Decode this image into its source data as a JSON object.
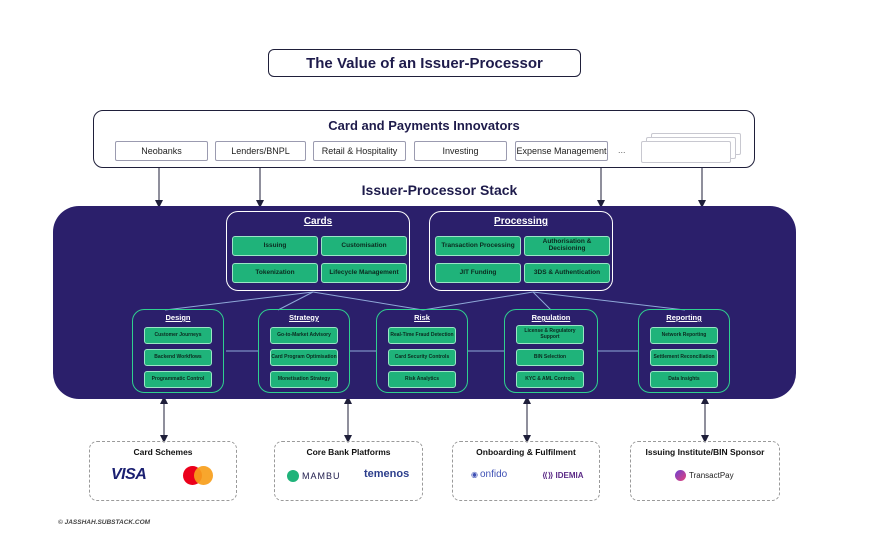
{
  "title": "The Value of an Issuer-Processor",
  "innovators": {
    "title": "Card and Payments Innovators",
    "segments": [
      "Neobanks",
      "Lenders/BNPL",
      "Retail & Hospitality",
      "Investing",
      "Expense Management"
    ],
    "more": "..."
  },
  "stack": {
    "title": "Issuer-Processor Stack",
    "cards": {
      "title": "Cards",
      "items": [
        "Issuing",
        "Customisation",
        "Tokenization",
        "Lifecycle Management"
      ]
    },
    "processing": {
      "title": "Processing",
      "items": [
        "Transaction Processing",
        "Authorisation & Decisioning",
        "JIT Funding",
        "3DS & Authentication"
      ]
    },
    "design": {
      "title": "Design",
      "items": [
        "Customer Journeys",
        "Backend Workflows",
        "Programmatic Control"
      ]
    },
    "strategy": {
      "title": "Strategy",
      "items": [
        "Go-to-Market Advisory",
        "Card Program Optimisation",
        "Monetisation Strategy"
      ]
    },
    "risk": {
      "title": "Risk",
      "items": [
        "Real-Time Fraud Detection",
        "Card Security Controls",
        "Risk Analytics"
      ]
    },
    "regulation": {
      "title": "Regulation",
      "items": [
        "License & Regulatory Support",
        "BIN Selection",
        "KYC & AML Controls"
      ]
    },
    "reporting": {
      "title": "Reporting",
      "items": [
        "Network Reporting",
        "Settlement Reconciliation",
        "Data Insights"
      ]
    }
  },
  "partners": {
    "card_schemes": {
      "title": "Card Schemes",
      "logos": [
        "VISA",
        "mastercard"
      ]
    },
    "core_bank": {
      "title": "Core Bank Platforms",
      "logos": [
        "MAMBU",
        "temenos"
      ]
    },
    "onboarding": {
      "title": "Onboarding & Fulfilment",
      "logos": [
        "onfido",
        "IDEMIA"
      ]
    },
    "issuing": {
      "title": "Issuing Institute/BIN Sponsor",
      "logos": [
        "TransactPay"
      ]
    }
  },
  "footer": "© JASSHAH.SUBSTACK.COM",
  "colors": {
    "stack_bg": "#2b1f6b",
    "green": "#1fb37a",
    "title_text": "#1e1b4b",
    "visa_blue": "#1a1f71",
    "mc_red": "#eb001b",
    "mc_orange": "#f79e1b"
  }
}
